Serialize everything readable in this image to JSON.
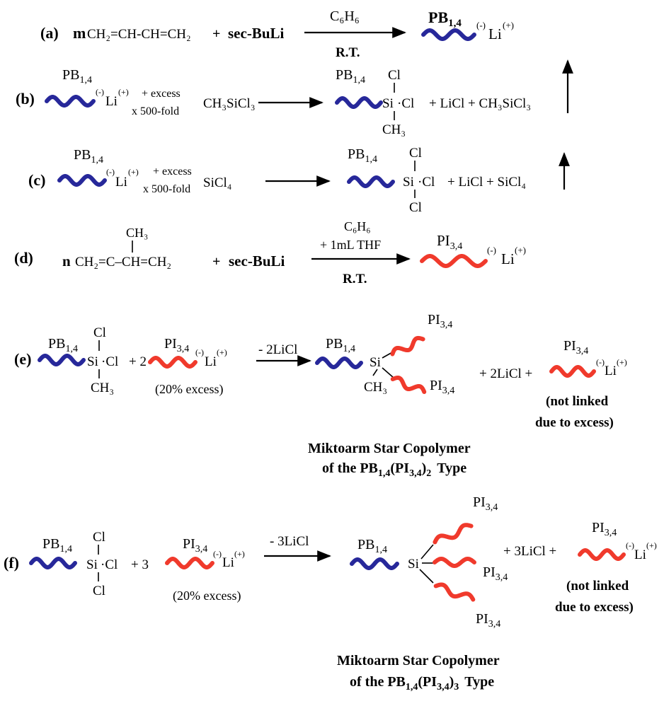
{
  "panels": {
    "a": {
      "label": "(a)",
      "monomer_coef": "m",
      "monomer": "CH₂=CH-CH=CH₂",
      "plus": "+",
      "initiator": "sec-BuLi",
      "cond_top": "C₆H₆",
      "cond_bottom": "R.T.",
      "chain_label": "PB",
      "chain_sub": "1,4",
      "anion": "(-)",
      "li": "Li",
      "cation": "(+)"
    },
    "b": {
      "label": "(b)",
      "chain_label": "PB",
      "chain_sub": "1,4",
      "anion": "(-)",
      "li": "Li",
      "cation": "(+)",
      "excess_1": "+ excess",
      "excess_2": "x 500-fold",
      "reagent": "CH₃SiCl₃",
      "prod_chain_label": "PB",
      "prod_chain_sub": "1,4",
      "si": "Si",
      "cl_top": "Cl",
      "cl_right": "·Cl",
      "ch3_bottom": "CH₃",
      "byproducts": "+ LiCl + CH₃SiCl₃"
    },
    "c": {
      "label": "(c)",
      "chain_label": "PB",
      "chain_sub": "1,4",
      "anion": "(-)",
      "li": "Li",
      "cation": "(+)",
      "excess_1": "+ excess",
      "excess_2": "x 500-fold",
      "reagent": "SiCl₄",
      "prod_chain_label": "PB",
      "prod_chain_sub": "1,4",
      "si": "Si",
      "cl_top": "Cl",
      "cl_right": "·Cl",
      "cl_bottom": "Cl",
      "byproducts": "+ LiCl + SiCl₄"
    },
    "d": {
      "label": "(d)",
      "monomer_coef": "n",
      "ch3": "CH₃",
      "monomer": "CH₂=C–CH=CH₂",
      "plus": "+",
      "initiator": "sec-BuLi",
      "cond_top": "C₆H₆",
      "cond_mid": "+ 1mL THF",
      "cond_bottom": "R.T.",
      "chain_label": "PI",
      "chain_sub": "3,4",
      "anion": "(-)",
      "li": "Li",
      "cation": "(+)"
    },
    "e": {
      "label": "(e)",
      "r1_chain_label": "PB",
      "r1_chain_sub": "1,4",
      "si": "Si",
      "cl_top": "Cl",
      "cl_right": "·Cl",
      "ch3_bottom": "CH₃",
      "plus_2": "+ 2",
      "r2_chain_label": "PI",
      "r2_chain_sub": "3,4",
      "anion": "(-)",
      "li": "Li",
      "cation": "(+)",
      "excess": "(20% excess)",
      "arrow_label": "- 2LiCl",
      "p_pb_label": "PB",
      "p_pb_sub": "1,4",
      "p_si": "Si",
      "p_ch3": "CH₃",
      "p_arm_label": "PI",
      "p_arm_sub": "3,4",
      "byproduct": "+ 2LiCl +",
      "free_label": "PI",
      "free_sub": "3,4",
      "not_linked_1": "(not linked",
      "not_linked_2": "due to excess)",
      "caption_1": "Miktoarm Star Copolymer",
      "caption_2a": "of the PB",
      "caption_2b": "1,4",
      "caption_2c": "(PI",
      "caption_2d": "3,4",
      "caption_2e": ")",
      "caption_2f": "2",
      "caption_2g": "Type"
    },
    "f": {
      "label": "(f)",
      "r1_chain_label": "PB",
      "r1_chain_sub": "1,4",
      "si": "Si",
      "cl_top": "Cl",
      "cl_right": "·Cl",
      "cl_bottom": "Cl",
      "plus_3": "+ 3",
      "r2_chain_label": "PI",
      "r2_chain_sub": "3,4",
      "anion": "(-)",
      "li": "Li",
      "cation": "(+)",
      "excess": "(20% excess)",
      "arrow_label": "- 3LiCl",
      "p_pb_label": "PB",
      "p_pb_sub": "1,4",
      "p_si": "Si",
      "p_arm_label": "PI",
      "p_arm_sub": "3,4",
      "byproduct": "+ 3LiCl +",
      "free_label": "PI",
      "free_sub": "3,4",
      "not_linked_1": "(not linked",
      "not_linked_2": "due to excess)",
      "caption_1": "Miktoarm Star Copolymer",
      "caption_2a": "of the PB",
      "caption_2b": "1,4",
      "caption_2c": "(PI",
      "caption_2d": "3,4",
      "caption_2e": ")",
      "caption_2f": "3",
      "caption_2g": "Type"
    }
  },
  "colors": {
    "pb_chain": "#27289a",
    "pi_chain": "#f03a2c"
  }
}
